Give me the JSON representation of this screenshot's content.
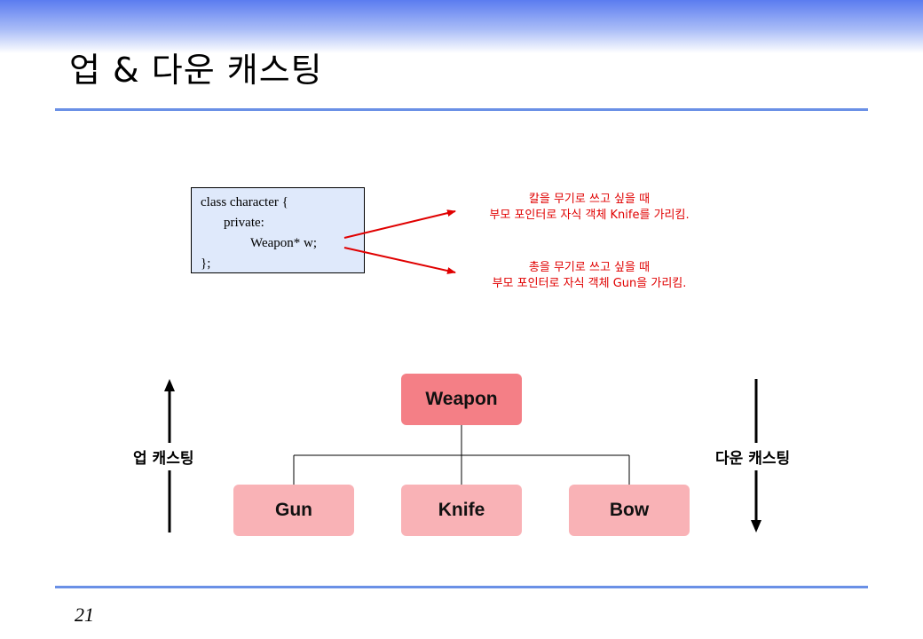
{
  "title": "업 & 다운 캐스팅",
  "code": {
    "line1": "class character {",
    "line2": "private:",
    "line3": "Weapon* w;",
    "line4": "};"
  },
  "notes": [
    {
      "line1": "칼을 무기로 쓰고 싶을 때",
      "line2": "부모 포인터로 자식 객체 Knife를 가리킴."
    },
    {
      "line1": "총을 무기로 쓰고 싶을 때",
      "line2": "부모 포인터로 자식 객체 Gun을 가리킴."
    }
  ],
  "hierarchy": {
    "parent": "Weapon",
    "children": [
      "Gun",
      "Knife",
      "Bow"
    ]
  },
  "labels": {
    "upcasting": "업 캐스팅",
    "downcasting": "다운 캐스팅"
  },
  "page_number": "21",
  "colors": {
    "accent_rule": "#6a90e6",
    "parent_box": "#f47f86",
    "child_box": "#f9b2b6",
    "note_text": "#e00000",
    "code_bg": "#dfe9fb"
  }
}
